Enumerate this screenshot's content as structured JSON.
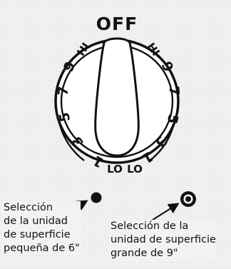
{
  "dial": {
    "top_label": "OFF",
    "left_scale": [
      "HI",
      "9",
      "7",
      "5",
      "3",
      "1",
      "LO"
    ],
    "right_scale": [
      "HI",
      "9",
      "7",
      "5",
      "3",
      "1",
      "LO"
    ]
  },
  "captions": {
    "small_unit": [
      "Selección",
      "de la unidad",
      "de superficie",
      "pequeña de 6\""
    ],
    "large_unit": [
      "Selección de la",
      "unidad de superficie",
      "grande de 9\""
    ]
  },
  "icons": {
    "small_unit_indicator": "filled-dot-icon",
    "large_unit_indicator": "ring-dot-icon"
  },
  "colors": {
    "ink": "#111111",
    "background": "#f2f2f2"
  }
}
